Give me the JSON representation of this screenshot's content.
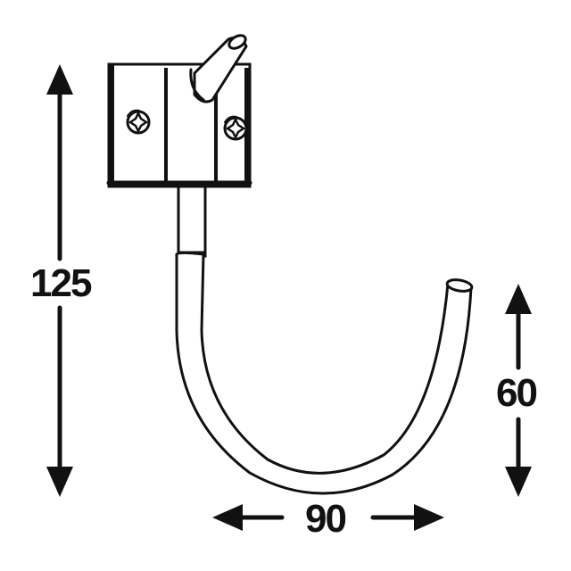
{
  "dimensions": {
    "height_total": "125",
    "hook_depth": "60",
    "hook_width": "90"
  },
  "colors": {
    "ink": "#111111",
    "background": "#ffffff"
  }
}
